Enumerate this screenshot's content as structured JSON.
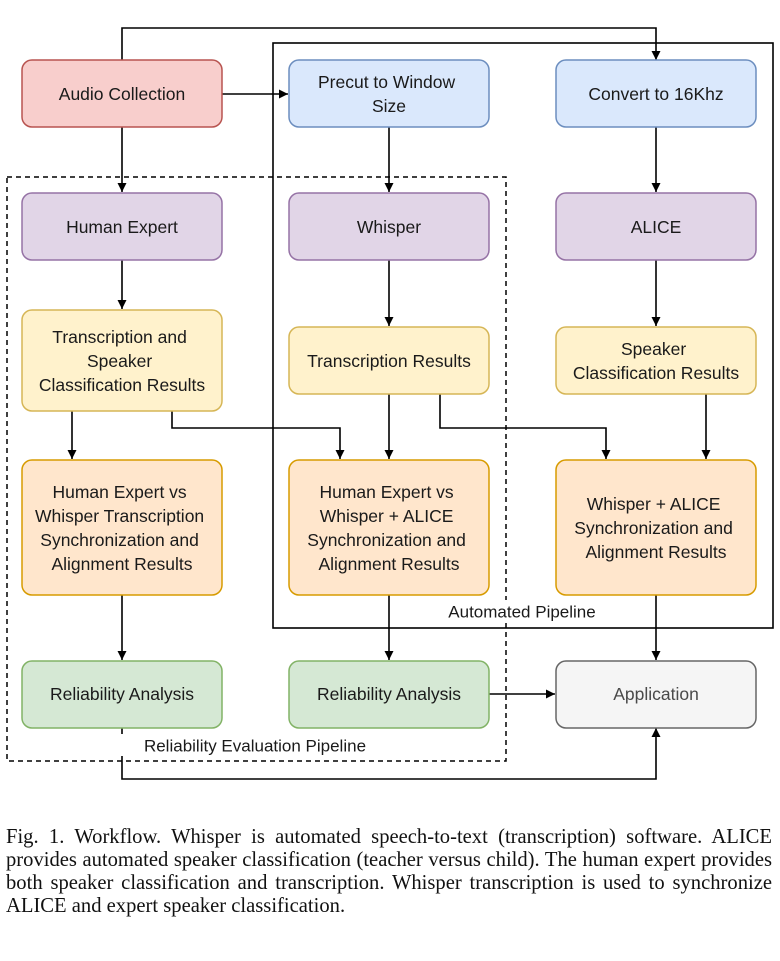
{
  "colors": {
    "red_fill": "#f8cecc",
    "red_stroke": "#b85450",
    "blue_fill": "#dae8fc",
    "blue_stroke": "#6c8ebf",
    "purple_fill": "#e1d5e7",
    "purple_stroke": "#9673a6",
    "yellow_fill": "#fff2cc",
    "yellow_stroke": "#d6b656",
    "orange_fill": "#ffe6cc",
    "orange_stroke": "#d79b00",
    "green_fill": "#d5e8d4",
    "green_stroke": "#82b366",
    "gray_fill": "#f5f5f5",
    "gray_stroke": "#666666"
  },
  "nodes": {
    "audio_collection": [
      "Audio Collection"
    ],
    "precut": [
      "Precut to Window",
      "Size"
    ],
    "convert": [
      "Convert to 16Khz"
    ],
    "human_expert": [
      "Human Expert"
    ],
    "whisper": [
      "Whisper"
    ],
    "alice": [
      "ALICE"
    ],
    "transcription_speaker": [
      "Transcription and",
      "Speaker",
      "Classification Results"
    ],
    "transcription_results": [
      "Transcription Results"
    ],
    "speaker_results": [
      "Speaker",
      "Classification Results"
    ],
    "expert_vs_whisper": [
      "Human Expert vs",
      "Whisper Transcription",
      "Synchronization and",
      "Alignment Results"
    ],
    "expert_vs_whisper_alice": [
      "Human Expert vs",
      "Whisper + ALICE",
      "Synchronization and",
      "Alignment Results"
    ],
    "whisper_alice": [
      "Whisper + ALICE",
      "Synchronization and",
      "Alignment Results"
    ],
    "reliability_1": [
      "Reliability Analysis"
    ],
    "reliability_2": [
      "Reliability Analysis"
    ],
    "application": [
      "Application"
    ]
  },
  "frames": {
    "automated": "Automated Pipeline",
    "reliability": "Reliability Evaluation Pipeline"
  },
  "caption": {
    "number": "Fig. 1.",
    "text": "Workflow. Whisper is automated speech-to-text (transcription) software. ALICE provides automated speaker classification (teacher versus child). The human expert provides both speaker classification and transcription. Whisper transcription is used to synchronize ALICE and expert speaker classification."
  }
}
